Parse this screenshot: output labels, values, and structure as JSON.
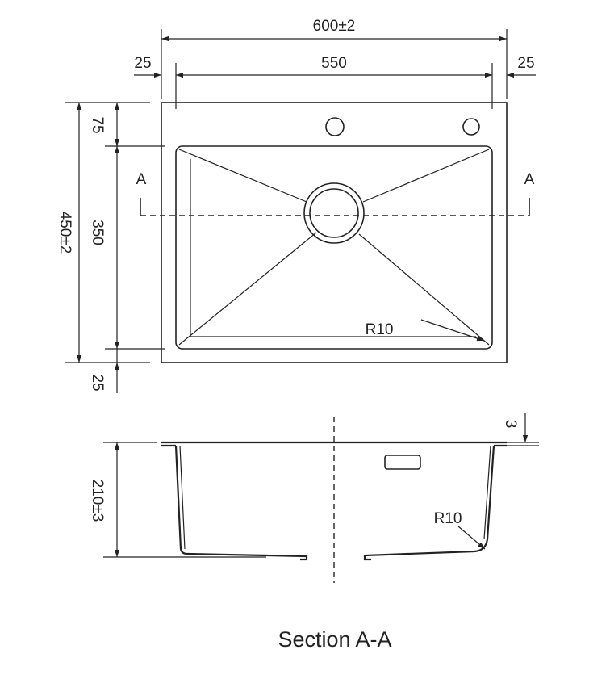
{
  "drawing": {
    "plan": {
      "overall_width": "600±2",
      "side_margin_left": "25",
      "bowl_width": "550",
      "side_margin_right": "25",
      "overall_depth": "450±2",
      "top_margin": "75",
      "bowl_depth": "350",
      "bottom_margin": "25",
      "section_mark_left": "A",
      "section_mark_right": "A",
      "corner_radius": "R10"
    },
    "section": {
      "depth": "210±3",
      "thickness": "3",
      "corner_radius": "R10",
      "caption": "Section A-A"
    }
  }
}
